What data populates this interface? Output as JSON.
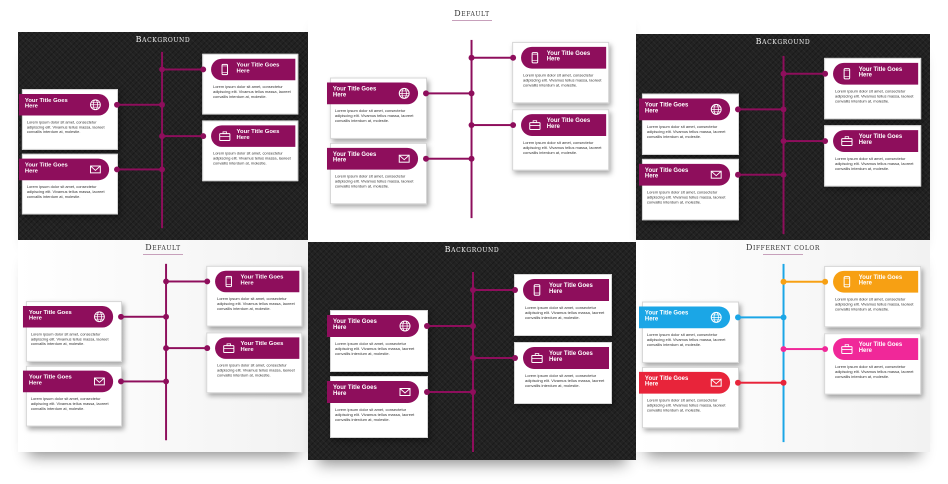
{
  "slides": [
    {
      "label": "Background",
      "theme": "dark"
    },
    {
      "label": "Default",
      "theme": "light"
    },
    {
      "label": "Background",
      "theme": "dark"
    },
    {
      "label": "Default",
      "theme": "light"
    },
    {
      "label": "Background",
      "theme": "dark"
    },
    {
      "label": "Different color",
      "theme": "light"
    }
  ],
  "card": {
    "title": "Your Title Goes Here",
    "body": "Lorem ipsum dolor sit amet, consectetur adipiscing elit. Vivamus tellus massa, laoreet convallis interdum at, molestie."
  },
  "icons": [
    "globe-icon",
    "envelope-icon",
    "phone-icon",
    "briefcase-icon",
    "calendar-icon"
  ],
  "colors": {
    "default": "#8e0e5c",
    "connector": "#8e0e5c",
    "different": {
      "globe": "#1ba6e6",
      "envelope": "#e8243a",
      "phone": "#f7a013",
      "briefcase": "#f02899",
      "connector_top": "#f7a013",
      "connector_bottom": "#f02899",
      "connector_left": "#1ba6e6"
    }
  }
}
